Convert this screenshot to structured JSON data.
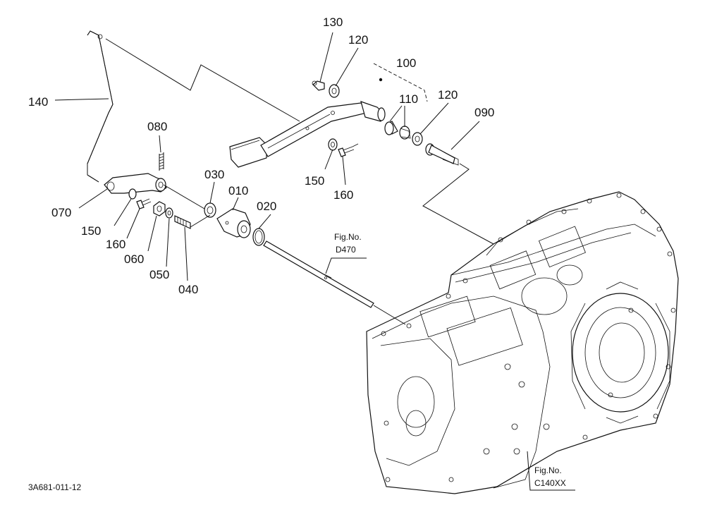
{
  "parts": {
    "p130": "130",
    "p120a": "120",
    "p100": "100",
    "p110": "110",
    "p120b": "120",
    "p090": "090",
    "p140": "140",
    "p080": "080",
    "p030": "030",
    "p010": "010",
    "p020": "020",
    "p150a": "150",
    "p160a": "160",
    "p070": "070",
    "p150b": "150",
    "p160b": "160",
    "p060": "060",
    "p050": "050",
    "p040": "040"
  },
  "refs": {
    "d470_line1": "Fig.No.",
    "d470_line2": "D470",
    "c140_line1": "Fig.No.",
    "c140_line2": "C140XX"
  },
  "footer": {
    "code": "3A681-011-12"
  }
}
